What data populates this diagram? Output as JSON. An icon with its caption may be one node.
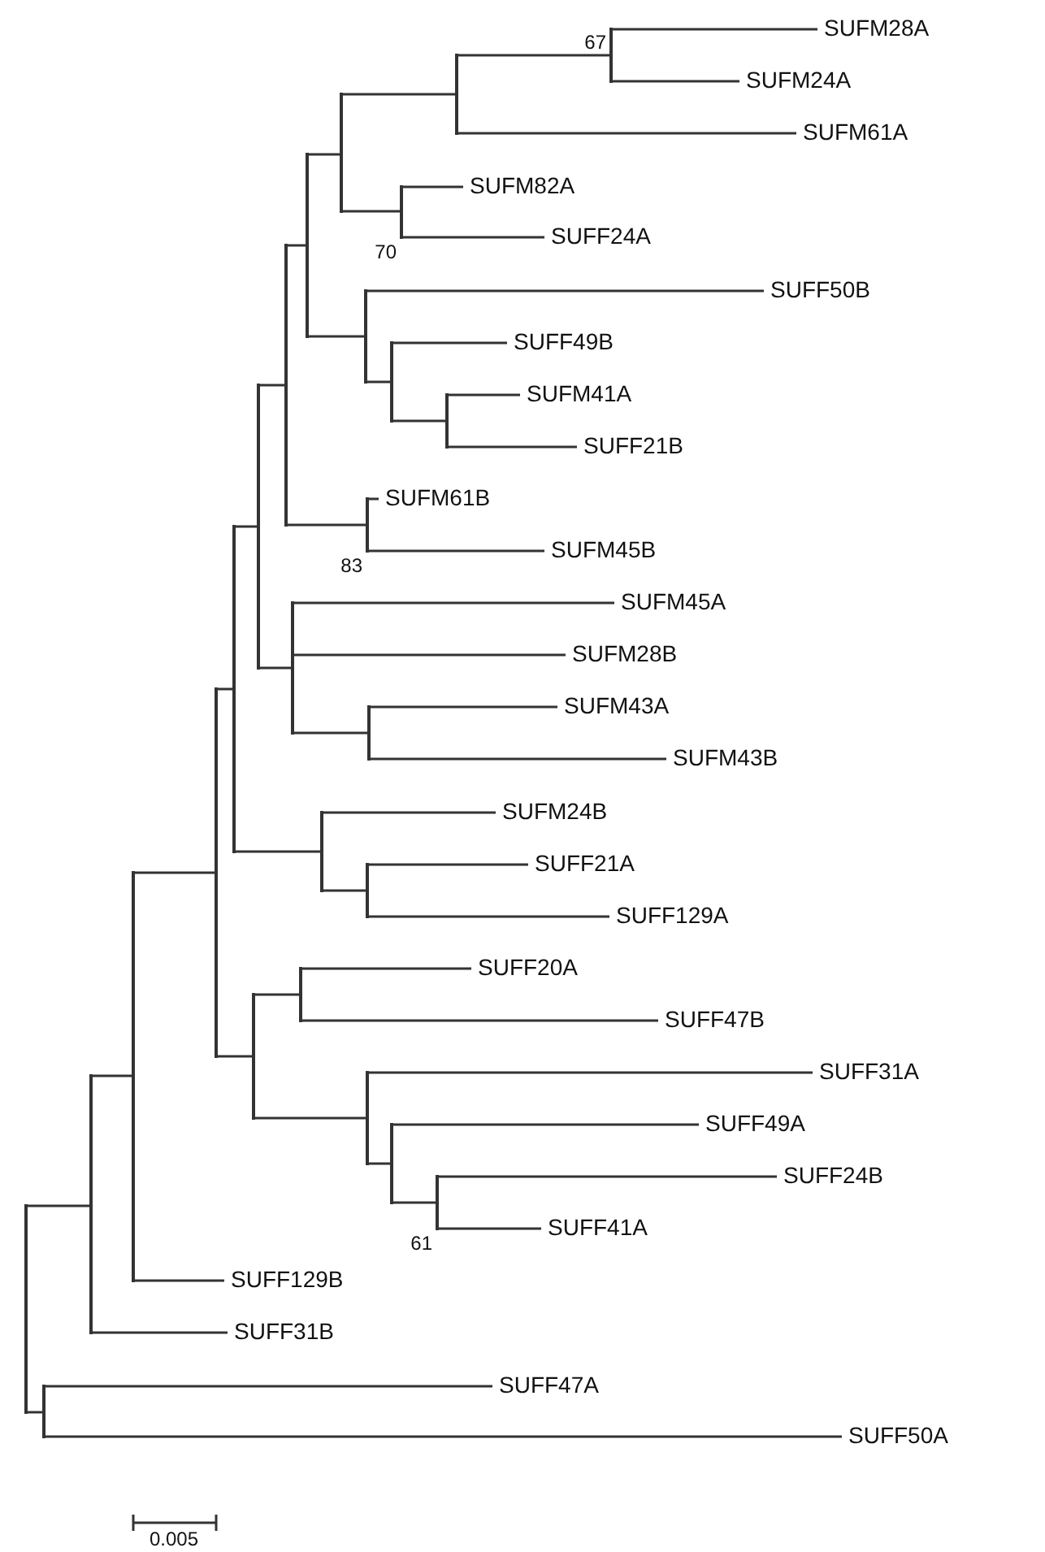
{
  "diagram": {
    "nodes": [
      {
        "text": [],
        "shape": "bar"
      },
      {
        "text": [],
        "shape": "bar"
      },
      {
        "text": [],
        "shape": "bar"
      },
      {
        "text": [],
        "shape": "bar"
      },
      {
        "text": [],
        "shape": "bar"
      },
      {
        "text": [],
        "shape": "bar"
      },
      {
        "text": [],
        "shape": "bar"
      },
      {
        "text": [],
        "shape": "bar"
      },
      {
        "text": [],
        "shape": "bar"
      },
      {
        "text": [],
        "shape": "bar"
      },
      {
        "text": [],
        "shape": "bar",
        "beside": [
          "67"
        ]
      },
      {
        "text": [
          "SUFM28A"
        ]
      },
      {
        "text": [
          "SUFM24A"
        ]
      },
      {
        "text": [
          "SUFM61A"
        ]
      },
      {
        "text": [],
        "shape": "bar",
        "beside": [
          "70"
        ]
      },
      {
        "text": [
          "SUFM82A"
        ]
      },
      {
        "text": [
          "SUFF24A"
        ]
      },
      {
        "text": [],
        "shape": "bar"
      },
      {
        "text": [
          "SUFF50B"
        ]
      },
      {
        "text": [],
        "shape": "bar"
      },
      {
        "text": [
          "SUFF49B"
        ]
      },
      {
        "text": [],
        "shape": "bar"
      },
      {
        "text": [
          "SUFM41A"
        ]
      },
      {
        "text": [
          "SUFF21B"
        ]
      },
      {
        "text": [],
        "shape": "bar",
        "beside": [
          "83"
        ]
      },
      {
        "text": [
          "SUFM61B"
        ]
      },
      {
        "text": [
          "SUFM45B"
        ]
      },
      {
        "text": [],
        "shape": "bar"
      },
      {
        "text": [
          "SUFM45A"
        ]
      },
      {
        "text": [
          "SUFM28B"
        ]
      },
      {
        "text": [],
        "shape": "bar"
      },
      {
        "text": [
          "SUFM43A"
        ]
      },
      {
        "text": [
          "SUFM43B"
        ]
      },
      {
        "text": [],
        "shape": "bar"
      },
      {
        "text": [
          "SUFM24B"
        ]
      },
      {
        "text": [],
        "shape": "bar"
      },
      {
        "text": [
          "SUFF21A"
        ]
      },
      {
        "text": [
          "SUFF129A"
        ]
      },
      {
        "text": [],
        "shape": "bar"
      },
      {
        "text": [],
        "shape": "bar"
      },
      {
        "text": [
          "SUFF20A"
        ]
      },
      {
        "text": [
          "SUFF47B"
        ]
      },
      {
        "text": [],
        "shape": "bar"
      },
      {
        "text": [
          "SUFF31A"
        ]
      },
      {
        "text": [],
        "shape": "bar"
      },
      {
        "text": [
          "SUFF49A"
        ]
      },
      {
        "text": [],
        "shape": "bar",
        "beside": [
          "61"
        ]
      },
      {
        "text": [
          "SUFF24B"
        ]
      },
      {
        "text": [
          "SUFF41A"
        ]
      },
      {
        "text": [
          "SUFF129B"
        ]
      },
      {
        "text": [
          "SUFF31B"
        ]
      },
      {
        "text": [],
        "shape": "bar"
      },
      {
        "text": [
          "SUFF47A"
        ]
      },
      {
        "text": [
          "SUFF50A"
        ]
      }
    ],
    "edges": [
      {
        "from": 0,
        "to": 1,
        "arrow": "none"
      },
      {
        "from": 0,
        "to": 51,
        "arrow": "none"
      },
      {
        "from": 1,
        "to": 2,
        "arrow": "none"
      },
      {
        "from": 1,
        "to": 50,
        "arrow": "none"
      },
      {
        "from": 2,
        "to": 3,
        "arrow": "none"
      },
      {
        "from": 2,
        "to": 49,
        "arrow": "none"
      },
      {
        "from": 3,
        "to": 4,
        "arrow": "none"
      },
      {
        "from": 3,
        "to": 38,
        "arrow": "none"
      },
      {
        "from": 4,
        "to": 5,
        "arrow": "none"
      },
      {
        "from": 4,
        "to": 33,
        "arrow": "none"
      },
      {
        "from": 5,
        "to": 6,
        "arrow": "none"
      },
      {
        "from": 5,
        "to": 27,
        "arrow": "none"
      },
      {
        "from": 6,
        "to": 7,
        "arrow": "none"
      },
      {
        "from": 6,
        "to": 24,
        "arrow": "none"
      },
      {
        "from": 7,
        "to": 8,
        "arrow": "none"
      },
      {
        "from": 7,
        "to": 17,
        "arrow": "none"
      },
      {
        "from": 8,
        "to": 9,
        "arrow": "none"
      },
      {
        "from": 8,
        "to": 14,
        "arrow": "none"
      },
      {
        "from": 9,
        "to": 10,
        "arrow": "none"
      },
      {
        "from": 9,
        "to": 13,
        "arrow": "none"
      },
      {
        "from": 10,
        "to": 11,
        "arrow": "none"
      },
      {
        "from": 10,
        "to": 12,
        "arrow": "none"
      },
      {
        "from": 14,
        "to": 15,
        "arrow": "none"
      },
      {
        "from": 14,
        "to": 16,
        "arrow": "none"
      },
      {
        "from": 17,
        "to": 18,
        "arrow": "none"
      },
      {
        "from": 17,
        "to": 19,
        "arrow": "none"
      },
      {
        "from": 19,
        "to": 20,
        "arrow": "none"
      },
      {
        "from": 19,
        "to": 21,
        "arrow": "none"
      },
      {
        "from": 21,
        "to": 22,
        "arrow": "none"
      },
      {
        "from": 21,
        "to": 23,
        "arrow": "none"
      },
      {
        "from": 24,
        "to": 25,
        "arrow": "none"
      },
      {
        "from": 24,
        "to": 26,
        "arrow": "none"
      },
      {
        "from": 27,
        "to": 28,
        "arrow": "none"
      },
      {
        "from": 27,
        "to": 29,
        "arrow": "none"
      },
      {
        "from": 27,
        "to": 30,
        "arrow": "none"
      },
      {
        "from": 30,
        "to": 31,
        "arrow": "none"
      },
      {
        "from": 30,
        "to": 32,
        "arrow": "none"
      },
      {
        "from": 33,
        "to": 34,
        "arrow": "none"
      },
      {
        "from": 33,
        "to": 35,
        "arrow": "none"
      },
      {
        "from": 35,
        "to": 36,
        "arrow": "none"
      },
      {
        "from": 35,
        "to": 37,
        "arrow": "none"
      },
      {
        "from": 38,
        "to": 39,
        "arrow": "none"
      },
      {
        "from": 38,
        "to": 42,
        "arrow": "none"
      },
      {
        "from": 39,
        "to": 40,
        "arrow": "none"
      },
      {
        "from": 39,
        "to": 41,
        "arrow": "none"
      },
      {
        "from": 42,
        "to": 43,
        "arrow": "none"
      },
      {
        "from": 42,
        "to": 44,
        "arrow": "none"
      },
      {
        "from": 44,
        "to": 45,
        "arrow": "none"
      },
      {
        "from": 44,
        "to": 46,
        "arrow": "none"
      },
      {
        "from": 46,
        "to": 47,
        "arrow": "none"
      },
      {
        "from": 46,
        "to": 48,
        "arrow": "none"
      },
      {
        "from": 51,
        "to": 52,
        "arrow": "none"
      },
      {
        "from": 51,
        "to": 53,
        "arrow": "none"
      }
    ],
    "labels": [
      "0.005"
    ]
  }
}
